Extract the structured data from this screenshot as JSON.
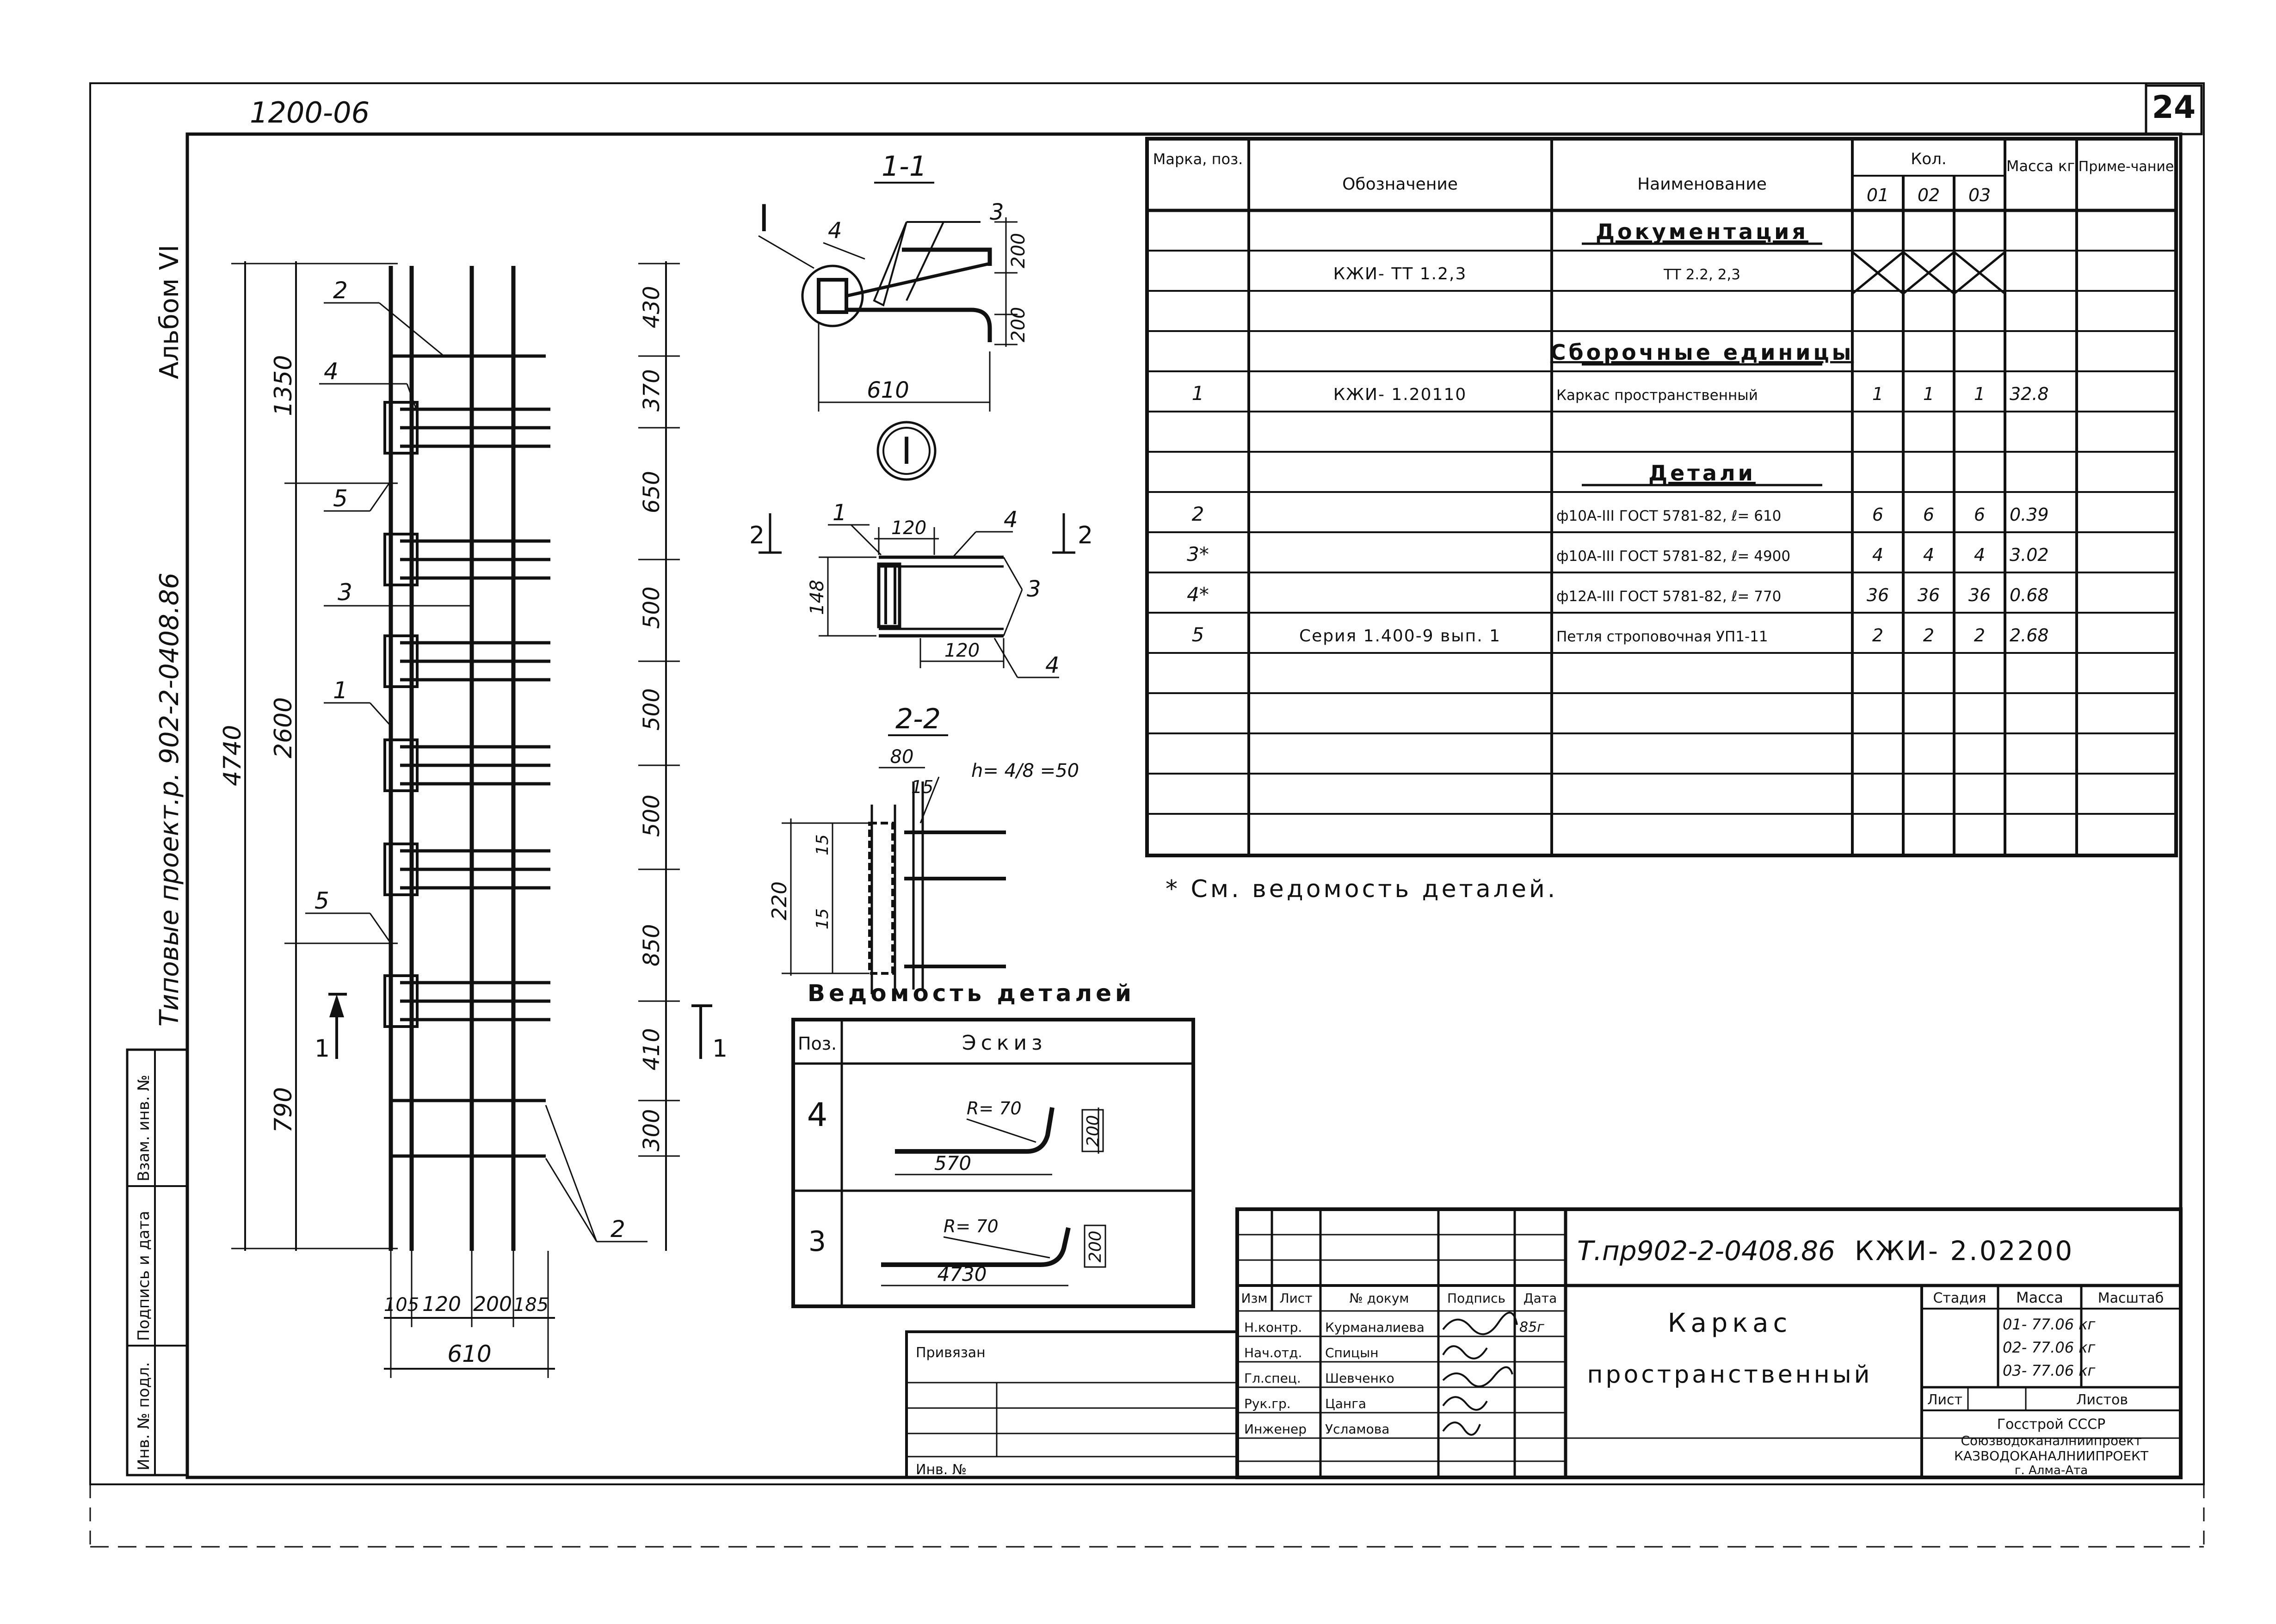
{
  "sheet": {
    "top_label": "1200-06",
    "sheet_number": "24",
    "side_album": "Альбом VI",
    "side_project": "Типовые проект.р. 902-2-0408.86"
  },
  "left_stamp": [
    "Взам. инв. №",
    "Подпись и дата",
    "Инв. № подл."
  ],
  "elevation": {
    "dims_vertical": [
      "4740",
      "1350",
      "2600",
      "790"
    ],
    "dims_spacing": [
      "430",
      "370",
      "650",
      "500",
      "500",
      "500",
      "850",
      "410",
      "300"
    ],
    "dims_bottom": [
      "105",
      "120",
      "200",
      "185"
    ],
    "dim_total_width": "610",
    "callouts": [
      "2",
      "4",
      "5",
      "3",
      "1",
      "5",
      "2"
    ],
    "section_mark": "1"
  },
  "section_1_1": {
    "title": "1-1",
    "node": "I",
    "pos_a": "4",
    "pos_b": "3",
    "dim_a": "200",
    "dim_b": "200",
    "dim_w": "610"
  },
  "node_I": {
    "pos_1": "1",
    "dim_top": "120",
    "pos_4a": "4",
    "pos_3": "3",
    "dim_h": "148",
    "dim_bottom": "120",
    "pos_4b": "4",
    "cut": "2"
  },
  "section_2_2": {
    "title": "2-2",
    "dim_80": "80",
    "dim_15a": "15",
    "dim_h": "h= 4/8 =50",
    "dim_15b": "15",
    "dim_220": "220",
    "dim_15c": "15"
  },
  "details_table": {
    "title": "Ведомость деталей",
    "headers": [
      "Поз.",
      "Эскиз"
    ],
    "rows": [
      {
        "pos": "4",
        "radius": "R= 70",
        "length": "570",
        "height": "200"
      },
      {
        "pos": "3",
        "radius": "R= 70",
        "length": "4730",
        "height": "200"
      }
    ]
  },
  "spec_table": {
    "headers": {
      "mark": "Марка, поз.",
      "designation": "Обозначение",
      "name": "Наименование",
      "qty": "Кол.",
      "qty_cols": [
        "01",
        "02",
        "03"
      ],
      "mass": "Масса кг",
      "note": "Приме-чание"
    },
    "rows": [
      {
        "pos": "",
        "designation": "",
        "name": "Документация",
        "q1": "",
        "q2": "",
        "q3": "",
        "mass": "",
        "type": "section"
      },
      {
        "pos": "",
        "designation": "КЖИ- ТТ 1.2,3",
        "name": "ТТ 2.2, 2,3",
        "q1": "",
        "q2": "",
        "q3": "",
        "mass": "",
        "type": "doc"
      },
      {
        "pos": "",
        "designation": "",
        "name": "",
        "q1": "",
        "q2": "",
        "q3": "",
        "mass": "",
        "type": "blank"
      },
      {
        "pos": "",
        "designation": "",
        "name": "Сборочные единицы",
        "q1": "",
        "q2": "",
        "q3": "",
        "mass": "",
        "type": "section"
      },
      {
        "pos": "1",
        "designation": "КЖИ- 1.20110",
        "name": "Каркас пространственный",
        "q1": "1",
        "q2": "1",
        "q3": "1",
        "mass": "32.8",
        "type": "item"
      },
      {
        "pos": "",
        "designation": "",
        "name": "",
        "q1": "",
        "q2": "",
        "q3": "",
        "mass": "",
        "type": "blank"
      },
      {
        "pos": "",
        "designation": "",
        "name": "Детали",
        "q1": "",
        "q2": "",
        "q3": "",
        "mass": "",
        "type": "section"
      },
      {
        "pos": "2",
        "designation": "",
        "name": "ф10А-III ГОСТ 5781-82, ℓ= 610",
        "q1": "6",
        "q2": "6",
        "q3": "6",
        "mass": "0.39",
        "type": "item"
      },
      {
        "pos": "3*",
        "designation": "",
        "name": "ф10А-III ГОСТ 5781-82, ℓ= 4900",
        "q1": "4",
        "q2": "4",
        "q3": "4",
        "mass": "3.02",
        "type": "item"
      },
      {
        "pos": "4*",
        "designation": "",
        "name": "ф12А-III ГОСТ 5781-82, ℓ= 770",
        "q1": "36",
        "q2": "36",
        "q3": "36",
        "mass": "0.68",
        "type": "item"
      },
      {
        "pos": "5",
        "designation": "Серия 1.400-9 вып. 1",
        "name": "Петля строповочная УП1-11",
        "q1": "2",
        "q2": "2",
        "q3": "2",
        "mass": "2.68",
        "type": "item"
      },
      {
        "pos": "",
        "designation": "",
        "name": "",
        "q1": "",
        "q2": "",
        "q3": "",
        "mass": "",
        "type": "blank"
      },
      {
        "pos": "",
        "designation": "",
        "name": "",
        "q1": "",
        "q2": "",
        "q3": "",
        "mass": "",
        "type": "blank"
      },
      {
        "pos": "",
        "designation": "",
        "name": "",
        "q1": "",
        "q2": "",
        "q3": "",
        "mass": "",
        "type": "blank"
      },
      {
        "pos": "",
        "designation": "",
        "name": "",
        "q1": "",
        "q2": "",
        "q3": "",
        "mass": "",
        "type": "blank"
      },
      {
        "pos": "",
        "designation": "",
        "name": "",
        "q1": "",
        "q2": "",
        "q3": "",
        "mass": "",
        "type": "blank"
      }
    ],
    "footnote": "* См. ведомость деталей."
  },
  "title_block": {
    "code": "Т.пр902-2-0408.86",
    "drawing_id": "КЖИ- 2.02200",
    "title_line1": "Каркас",
    "title_line2": "пространственный",
    "header_cells": [
      "Изм",
      "Лист",
      "№ докум",
      "Подпись",
      "Дата"
    ],
    "people": [
      {
        "role": "Н.контр.",
        "name": "Курманалиева",
        "date": "85г"
      },
      {
        "role": "Нач.отд.",
        "name": "Спицын",
        "date": ""
      },
      {
        "role": "Гл.спец.",
        "name": "Шевченко",
        "date": ""
      },
      {
        "role": "Рук.гр.",
        "name": "Цанга",
        "date": ""
      },
      {
        "role": "Инженер",
        "name": "Усламова",
        "date": ""
      }
    ],
    "stage_label": "Стадия",
    "mass_label": "Масса",
    "scale_label": "Масштаб",
    "masses": [
      "01- 77.06 кг",
      "02- 77.06 кг",
      "03- 77.06 кг"
    ],
    "sheet_label": "Лист",
    "sheets_label": "Листов",
    "org": [
      "Госстрой СССР",
      "Союзводоканалниипроект",
      "КАЗВОДОКАНАЛНИИПРОЕКТ",
      "г. Алма-Ата"
    ],
    "bind_label": "Привязан",
    "inv_label": "Инв. №"
  }
}
